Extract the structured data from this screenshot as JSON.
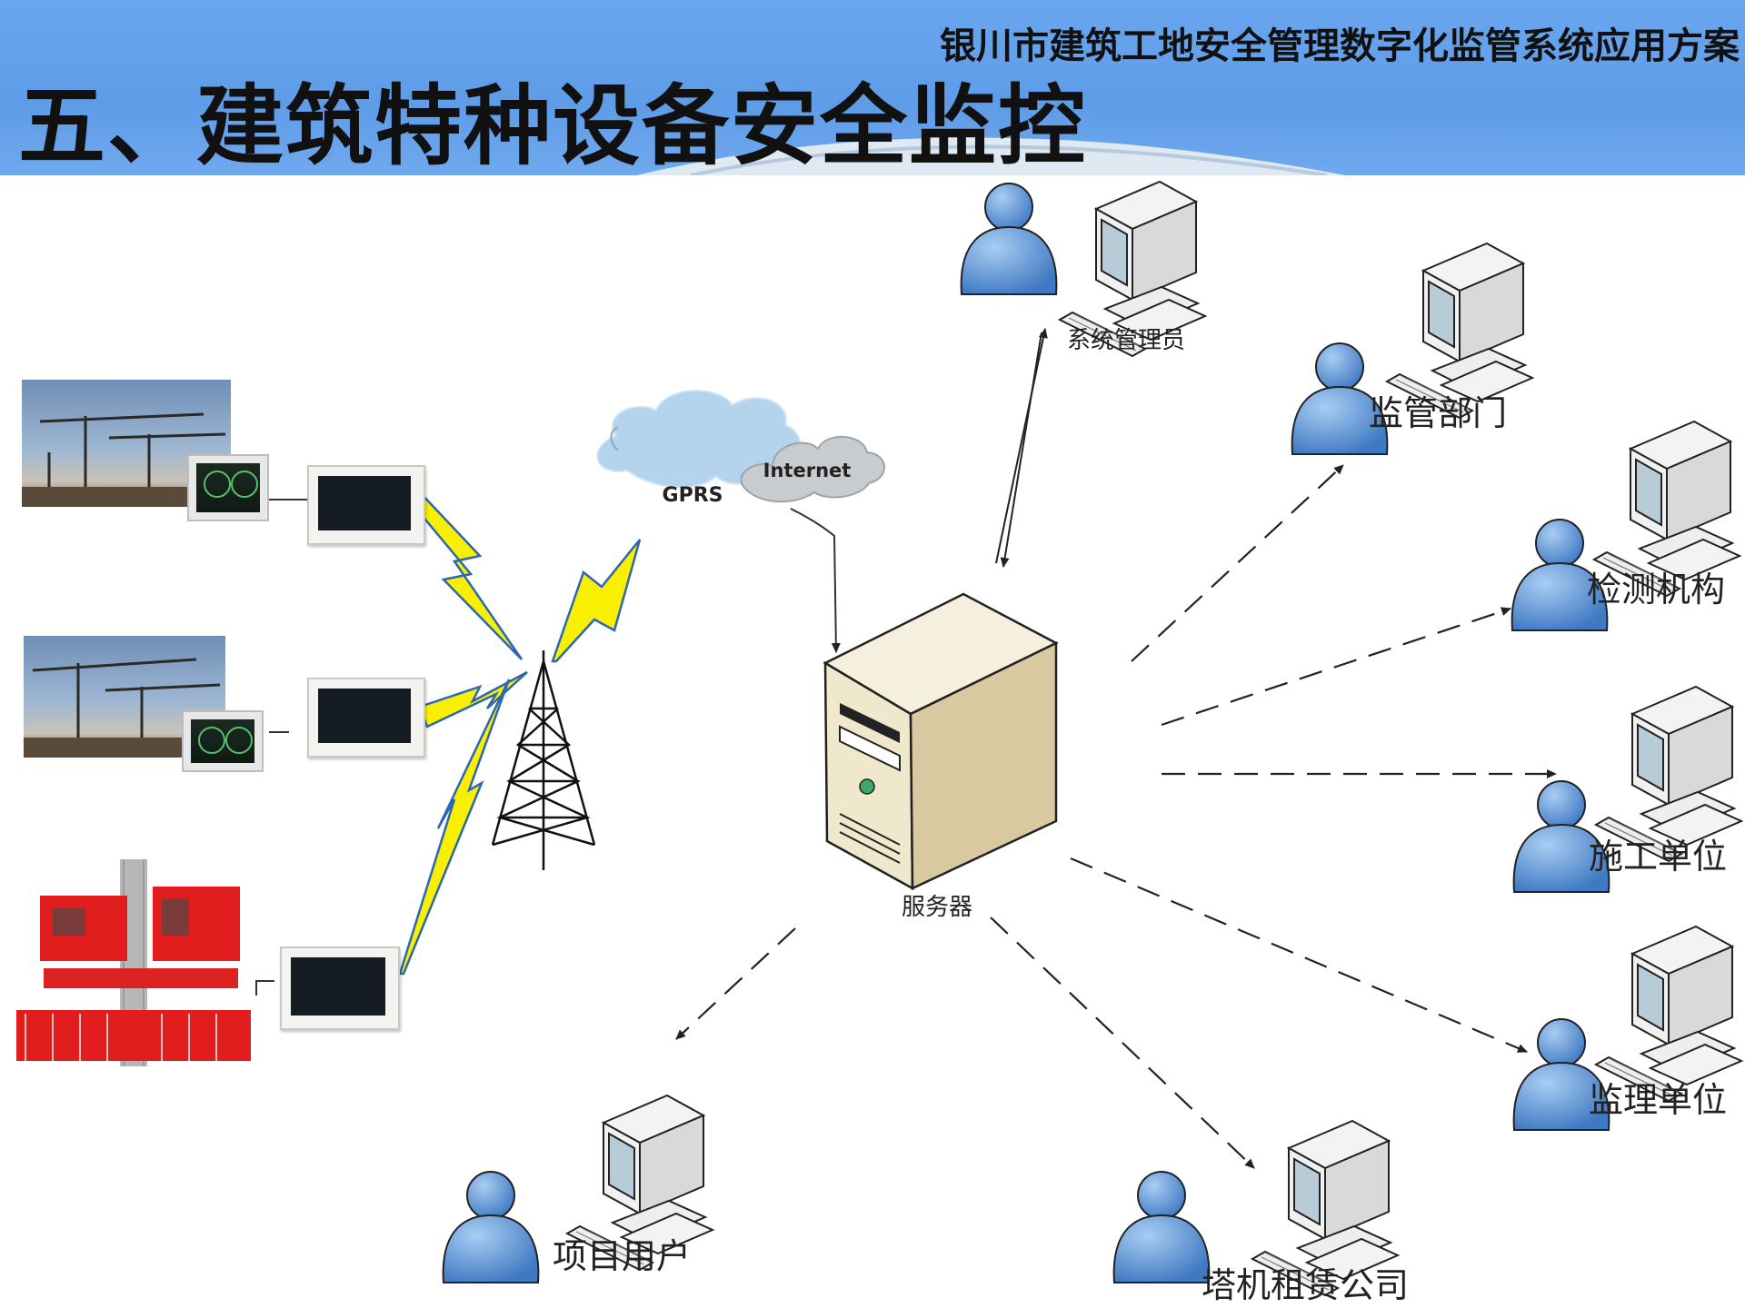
{
  "header": {
    "title": "五、建筑特种设备安全监控",
    "subtitle": "银川市建筑工地安全管理数字化监管系统应用方案",
    "color": "#6aa6ef"
  },
  "clouds": {
    "gprs": "GPRS",
    "internet": "Internet"
  },
  "nodes": {
    "admin": "系统管理员",
    "server": "服务器",
    "supervision": "监管部门",
    "testing": "检测机构",
    "construction": "施工单位",
    "supervisor_unit": "监理单位",
    "project_user": "项目用户",
    "crane_rental": "塔机租赁公司"
  },
  "icons": [
    "user-icon",
    "computer-icon",
    "server-icon",
    "antenna-tower-icon",
    "cloud-icon",
    "lightning-icon",
    "crane-photo",
    "elevator-photo",
    "monitor-device"
  ]
}
